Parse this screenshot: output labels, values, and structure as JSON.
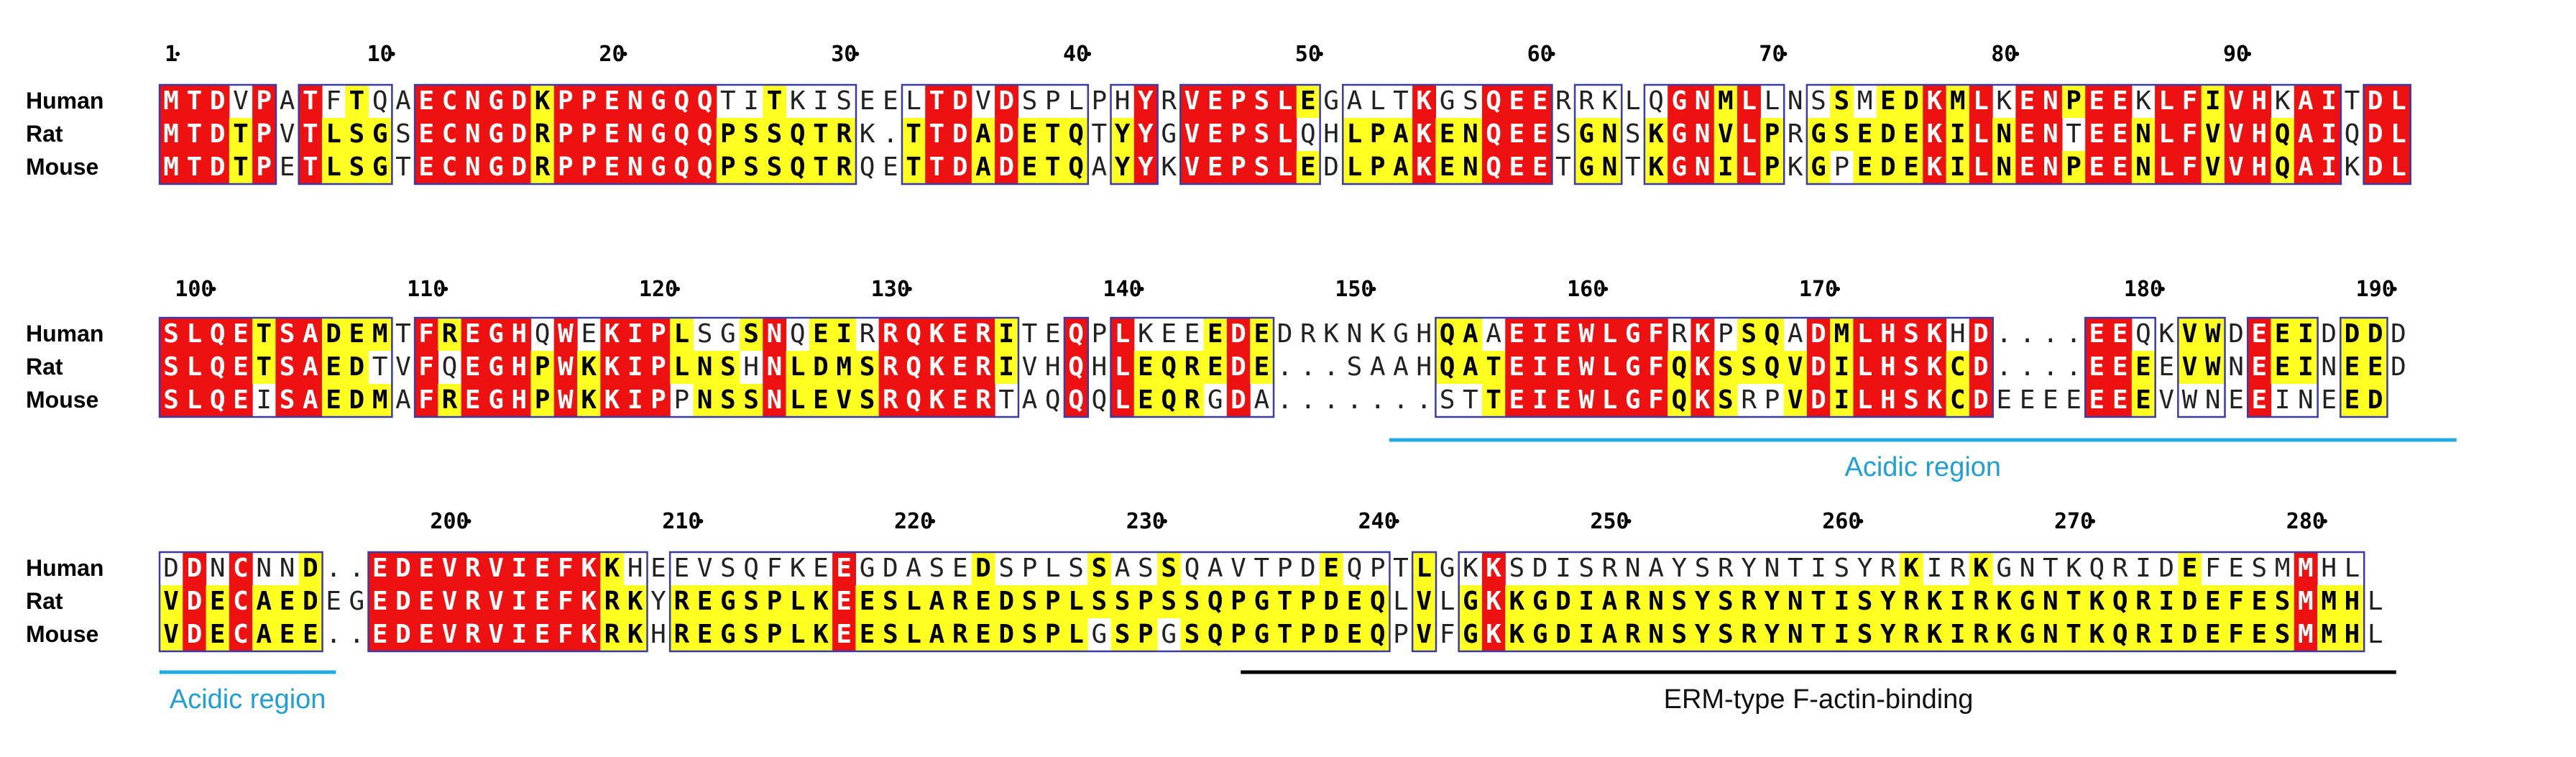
{
  "colors": {
    "identical_bg": "#ee1111",
    "identical_fg": "#ffffff",
    "similar_bg": "#ffff22",
    "similar_fg": "#000000",
    "box": "#3a3aa8",
    "plain_fg": "#222222",
    "acidic_line": "#22aae6",
    "acidic_label": "#1f9fd6",
    "actin_line": "#000000",
    "actin_label": "#111111"
  },
  "blocks": [
    {
      "start": 1,
      "tick_labels": [
        "1",
        "10",
        "20",
        "30",
        "40",
        "50",
        "60",
        "70",
        "80",
        "90"
      ],
      "sequences": [
        {
          "species": "Human",
          "seq": "MTDVPATFTQAECNGDKPPENGQQTITKISEELTDVDSPLPHYRVEPSLEGALTKGSQEERRKLQGNMLLNSSMEDKMLKENPEEKLFIVHKAITDL"
        },
        {
          "species": "Rat",
          "seq": "MTDTPVTLSGSECNGDRPPENGQQPSSQTRK.TTDADETQTYYGVEPSLQHLPAKENQEESGNSKGNVLPRGSEDEKILNENTEENLFVVHQAIQDL"
        },
        {
          "species": "Mouse",
          "seq": "MTDTPETLSGTECNGDRPPENGQQPSSQTRQETTDADETQAYYKVEPSLEDLPAKENQEETGNTKGNILPKGPEDEKILNENPEENLFVVHQAIKDL"
        }
      ],
      "annotations": []
    },
    {
      "start": 99,
      "tick_labels": [
        "100",
        "110",
        "120",
        "130",
        "140",
        "150",
        "160",
        "170",
        "180",
        "190"
      ],
      "sequences": [
        {
          "species": "Human",
          "seq": "SLQETSADEMTFREGHQWEKIPLSGSNQEIRRQKERITEQPLKEEEDEDRKNKGHQAAEIEWLGFRKPSQADMLHSKHD....EEQKVWDEEIDDDD"
        },
        {
          "species": "Rat",
          "seq": "SLQETSAEDTVFQEGHPWKKIPLNSHNLDMSRQKERIVHQHLEQREDE...SAAHQATEIEWLGFQKSSQVDILHSKCD....EEEEVWNEEINEED"
        },
        {
          "species": "Mouse",
          "seq": "SLQEISAEDMAFREGHPWKKIPPNSSNLEVSRQKERTAQQQLEQRGDA.......STTEIEWLGFQKSRPVDILHSKCDEEEEEEEVWNEEINEED"
        }
      ],
      "annotations": [
        {
          "label": "Acidic region",
          "kind": "acidic"
        }
      ]
    },
    {
      "start": 190,
      "tick_labels": [
        "200",
        "210",
        "220",
        "230",
        "240",
        "250",
        "260",
        "270",
        "280"
      ],
      "sequences": [
        {
          "species": "Human",
          "seq": "DDNCNND..EDEVRVIEFKKHEEVSQFKEEGDASEDSPLSSASSQAVTPDEQPTLGKKSDISRNAYSRYNTISYRKIRKGNTKQRIDEFESMMHL"
        },
        {
          "species": "Rat",
          "seq": "VDECAEDEGEDEVRVIEFKRKYREGSPLKEESLAREDSPLSSPSSQPGTPDEQLVLGKKGDIARNSYSRYNTISYRKIRKGNTKQRIDEFESMMHL"
        },
        {
          "species": "Mouse",
          "seq": "VDECAEE..EDEVRVIEFKRKHREGSPLKEESLAREDSPLGSPGSQPGTPDEQPVFGKKGDIARNSYSRYNTISYRKIRKGNTKQRIDEFESMMHL"
        }
      ],
      "annotations": [
        {
          "label": "Acidic region",
          "kind": "acidic"
        },
        {
          "label": "ERM-type F-actin-binding",
          "kind": "actin"
        }
      ]
    }
  ]
}
